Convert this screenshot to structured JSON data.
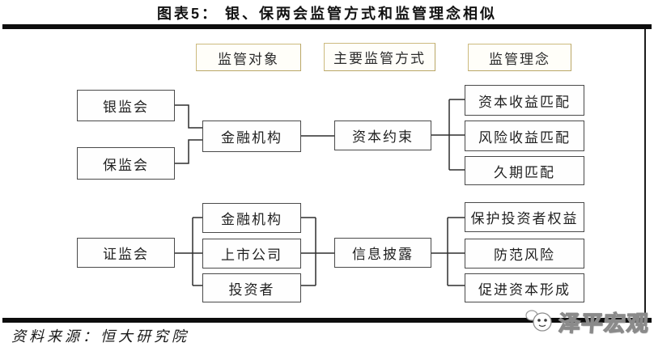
{
  "title": "图表5：  银、保两会监管方式和监管理念相似",
  "header_row": {
    "objects_label": "监管对象",
    "methods_label": "主要监管方式",
    "concepts_label": "监管理念"
  },
  "top_flow": {
    "regulators": [
      "银监会",
      "保监会"
    ],
    "target": "金融机构",
    "method": "资本约束",
    "concepts": [
      "资本收益匹配",
      "风险收益匹配",
      "久期匹配"
    ]
  },
  "bottom_flow": {
    "regulator": "证监会",
    "targets": [
      "金融机构",
      "上市公司",
      "投资者"
    ],
    "method": "信息披露",
    "concepts": [
      "保护投资者权益",
      "防范风险",
      "促进资本形成"
    ]
  },
  "footer": {
    "source": "资料来源：恒大研究院",
    "watermark": "泽平宏观"
  },
  "colors": {
    "header_border": "#ccba7e",
    "box_border": "#4a4a4a",
    "connector": "#2e2e2e",
    "rule": "#0d0d0d"
  }
}
